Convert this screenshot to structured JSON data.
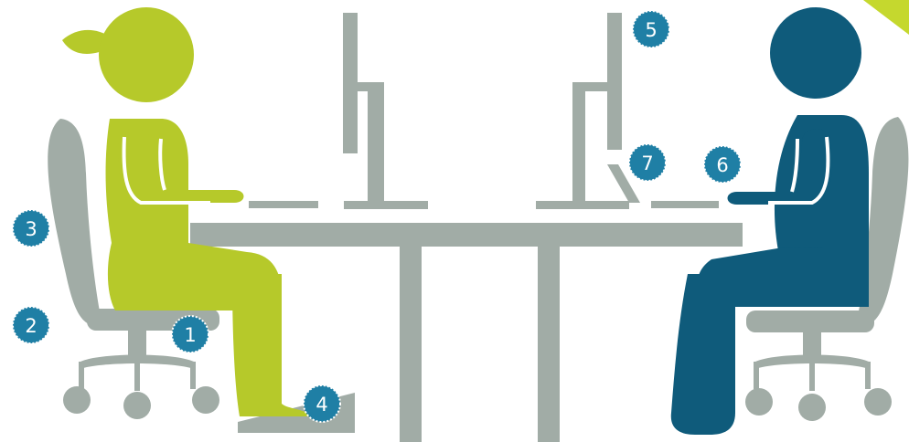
{
  "colors": {
    "woman": "#b6c92a",
    "man": "#0f5b7b",
    "furniture": "#a1aca6",
    "badge": "#1f7fa5",
    "badge_ring": "#ffffff",
    "corner": "#c5d82e"
  },
  "markers": [
    {
      "id": "1",
      "label": "1"
    },
    {
      "id": "2",
      "label": "2"
    },
    {
      "id": "3",
      "label": "3"
    },
    {
      "id": "4",
      "label": "4"
    },
    {
      "id": "5",
      "label": "5"
    },
    {
      "id": "6",
      "label": "6"
    },
    {
      "id": "7",
      "label": "7"
    }
  ]
}
